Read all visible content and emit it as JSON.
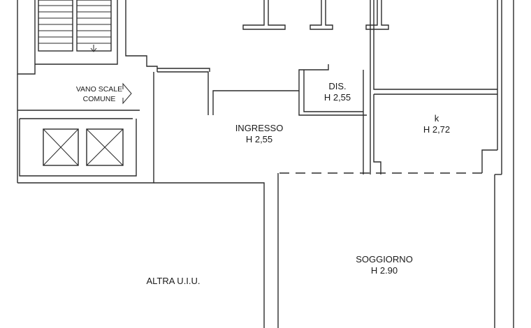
{
  "plan": {
    "rooms": [
      {
        "id": "vano_scale",
        "name": "VANO SCALE",
        "name2": "COMUNE"
      },
      {
        "id": "ingresso",
        "name": "INGRESSO",
        "height": "H 2,55"
      },
      {
        "id": "dis",
        "name": "DIS.",
        "height": "H 2,55"
      },
      {
        "id": "k",
        "name": "k",
        "height": "H 2,72"
      },
      {
        "id": "soggiorno",
        "name": "SOGGIORNO",
        "height": "H 2.90"
      },
      {
        "id": "altra",
        "name": "ALTRA U.I.U."
      }
    ],
    "icons": {
      "stair_arrow": "arrow-right-outline-icon",
      "lift": "elevator-shaft-icon"
    }
  }
}
